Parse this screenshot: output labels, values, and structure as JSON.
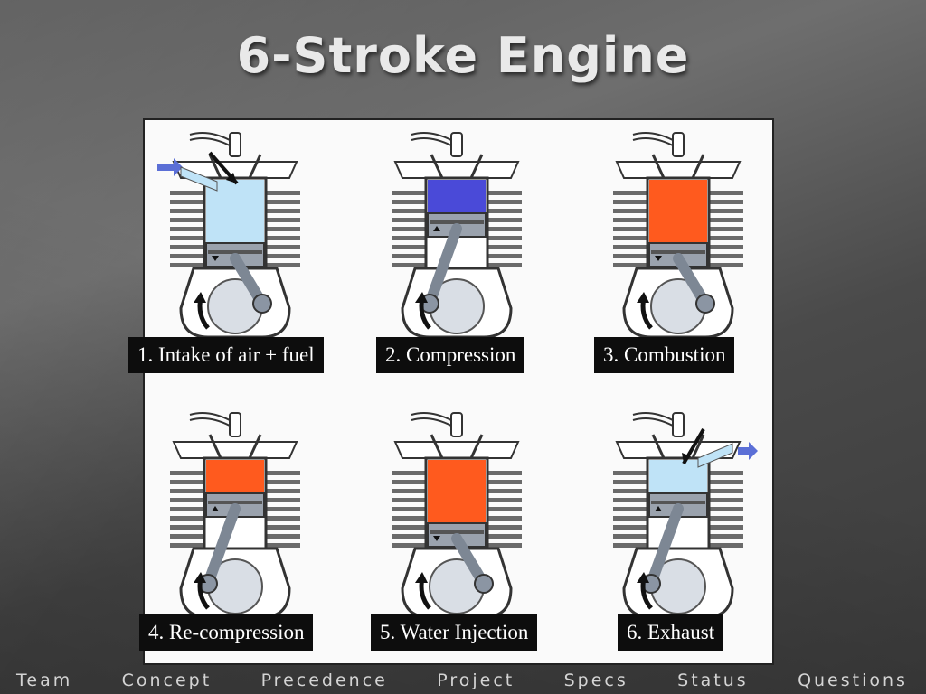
{
  "title": "6-Stroke Engine",
  "stages": [
    {
      "label": "1. Intake of air + fuel",
      "chamber_color": "#bfe3f7",
      "piston": "down",
      "arrow_in": true,
      "arrow_out": false
    },
    {
      "label": "2. Compression",
      "chamber_color": "#4a4ad8",
      "piston": "up",
      "arrow_in": false,
      "arrow_out": false
    },
    {
      "label": "3. Combustion",
      "chamber_color": "#ff5a1e",
      "piston": "down",
      "arrow_in": false,
      "arrow_out": false
    },
    {
      "label": "4. Re-compression",
      "chamber_color": "#ff5a1e",
      "piston": "up",
      "arrow_in": false,
      "arrow_out": false
    },
    {
      "label": "5. Water Injection",
      "chamber_color": "#ff5a1e",
      "piston": "down",
      "arrow_in": false,
      "arrow_out": false
    },
    {
      "label": "6. Exhaust",
      "chamber_color": "#bfe3f7",
      "piston": "up",
      "arrow_in": false,
      "arrow_out": true
    }
  ],
  "nav": [
    "Team",
    "Concept",
    "Precedence",
    "Project",
    "Specs",
    "Status",
    "Questions"
  ]
}
